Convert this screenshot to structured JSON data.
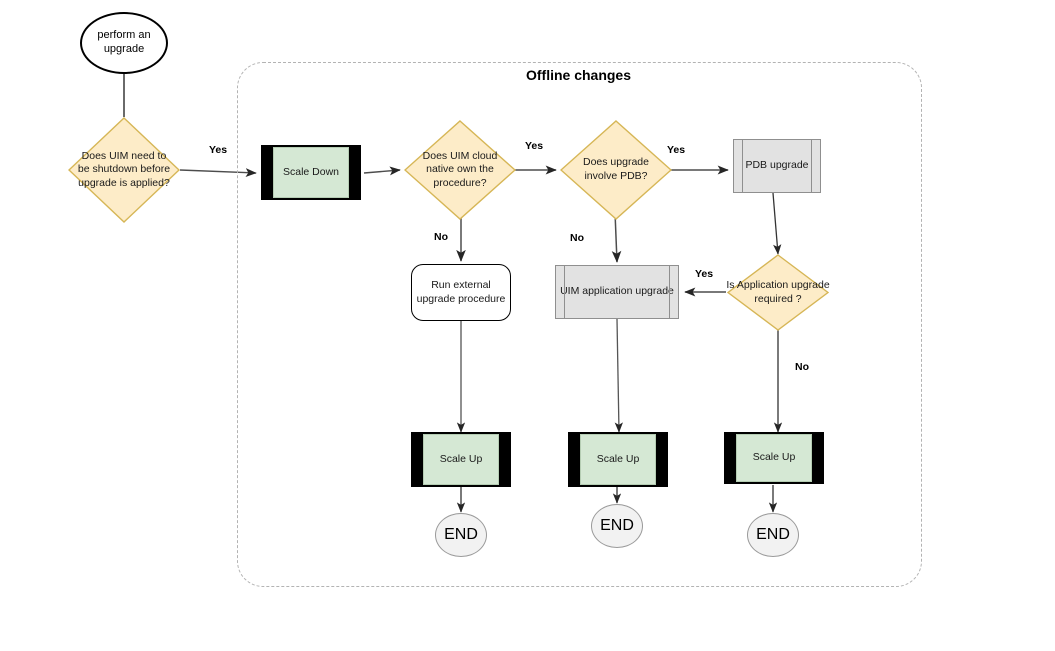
{
  "diagram": {
    "title": "Offline changes",
    "type": "flowchart",
    "colors": {
      "diamond_fill": "#fdecc8",
      "diamond_stroke": "#d6b656",
      "process_green_fill": "#d5e8d4",
      "process_gray_fill": "#e2e2e2",
      "end_fill": "#f2f2f2",
      "bar_black": "#000000",
      "container_dash": "#b3b3b3",
      "edge_stroke": "#4d4d4d"
    },
    "container": {
      "label": "Offline changes",
      "style": "dashed-rounded-rectangle"
    },
    "nodes": [
      {
        "id": "start",
        "label": "perform an upgrade",
        "shape": "ellipse"
      },
      {
        "id": "d1",
        "label": "Does UIM need to be shutdown before upgrade is applied?",
        "shape": "diamond"
      },
      {
        "id": "scale_down",
        "label": "Scale Down",
        "shape": "manual-process"
      },
      {
        "id": "d2",
        "label": "Does UIM cloud native own the procedure?",
        "shape": "diamond"
      },
      {
        "id": "d3",
        "label": "Does upgrade involve PDB?",
        "shape": "diamond"
      },
      {
        "id": "pdb_upgrade",
        "label": "PDB upgrade",
        "shape": "predefined-process"
      },
      {
        "id": "run_external",
        "label": "Run external upgrade procedure",
        "shape": "rounded-process"
      },
      {
        "id": "uim_app",
        "label": "UIM application upgrade",
        "shape": "predefined-process"
      },
      {
        "id": "d4",
        "label": "Is Application upgrade required ?",
        "shape": "diamond"
      },
      {
        "id": "scale_up_1",
        "label": "Scale Up",
        "shape": "manual-process"
      },
      {
        "id": "scale_up_2",
        "label": "Scale Up",
        "shape": "manual-process"
      },
      {
        "id": "scale_up_3",
        "label": "Scale Up",
        "shape": "manual-process"
      },
      {
        "id": "end_1",
        "label": "END",
        "shape": "ellipse"
      },
      {
        "id": "end_2",
        "label": "END",
        "shape": "ellipse"
      },
      {
        "id": "end_3",
        "label": "END",
        "shape": "ellipse"
      }
    ],
    "edges": [
      {
        "from": "start",
        "to": "d1",
        "label": ""
      },
      {
        "from": "d1",
        "to": "scale_down",
        "label": "Yes"
      },
      {
        "from": "scale_down",
        "to": "d2",
        "label": ""
      },
      {
        "from": "d2",
        "to": "d3",
        "label": "Yes"
      },
      {
        "from": "d2",
        "to": "run_external",
        "label": "No"
      },
      {
        "from": "d3",
        "to": "pdb_upgrade",
        "label": "Yes"
      },
      {
        "from": "d3",
        "to": "uim_app",
        "label": "No"
      },
      {
        "from": "pdb_upgrade",
        "to": "d4",
        "label": ""
      },
      {
        "from": "d4",
        "to": "uim_app",
        "label": "Yes"
      },
      {
        "from": "d4",
        "to": "scale_up_3",
        "label": "No"
      },
      {
        "from": "run_external",
        "to": "scale_up_1",
        "label": ""
      },
      {
        "from": "uim_app",
        "to": "scale_up_2",
        "label": ""
      },
      {
        "from": "scale_up_1",
        "to": "end_1",
        "label": ""
      },
      {
        "from": "scale_up_2",
        "to": "end_2",
        "label": ""
      },
      {
        "from": "scale_up_3",
        "to": "end_3",
        "label": ""
      }
    ],
    "labels": {
      "start_text": "perform an upgrade",
      "d1_text": "Does UIM need to be shutdown before upgrade is applied?",
      "scale_down_text": "Scale Down",
      "d2_text": "Does UIM cloud native own the procedure?",
      "d3_text": "Does upgrade involve PDB?",
      "pdb_upgrade_text": "PDB upgrade",
      "run_external_text": "Run external upgrade procedure",
      "uim_app_text": "UIM application upgrade",
      "d4_text": "Is Application upgrade required ?",
      "scale_up_text": "Scale Up",
      "end_text": "END",
      "yes": "Yes",
      "no": "No"
    }
  }
}
